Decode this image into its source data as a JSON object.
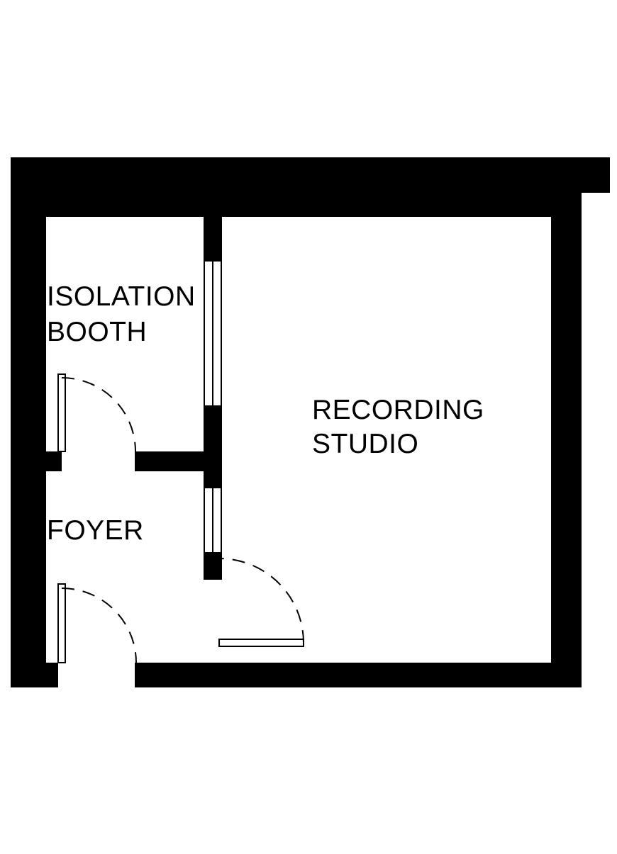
{
  "rooms": {
    "isolation_booth": {
      "line1": "ISOLATION",
      "line2": "BOOTH"
    },
    "recording_studio": {
      "line1": "RECORDING",
      "line2": "STUDIO"
    },
    "foyer": {
      "line1": "FOYER"
    }
  },
  "colors": {
    "wall": "#000000",
    "background": "#ffffff",
    "text": "#000000"
  }
}
